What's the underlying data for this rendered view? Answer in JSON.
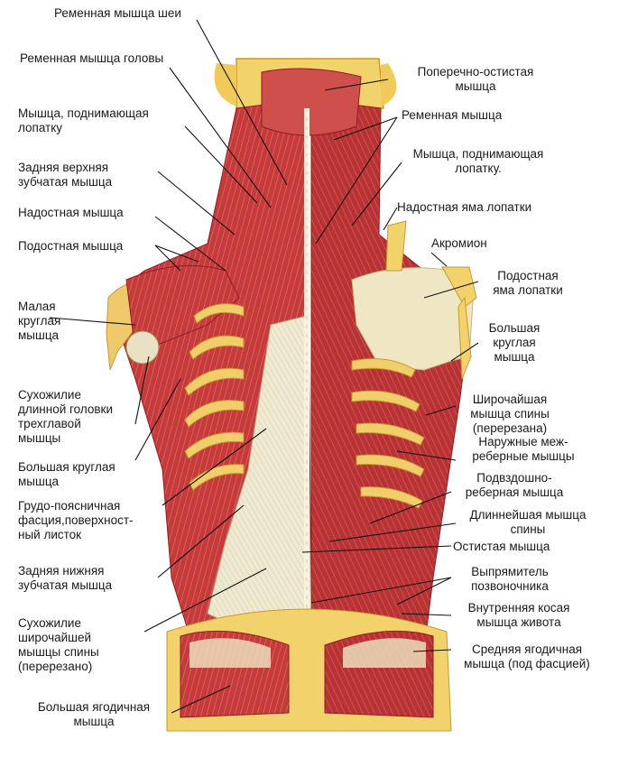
{
  "labels": {
    "neck_splenius": "Ременная мышца шеи",
    "head_splenius": "Ременная мышца головы",
    "levator_left": "Мышца, поднимающая\nлопатку",
    "serratus_post_sup": "Задняя верхняя\nзубчатая мышца",
    "supraspinatus": "Надостная мышца",
    "infraspinatus": "Подостная мышца",
    "teres_minor": "Малая\nкруглая\nмышца",
    "triceps_tendon": "Сухожилие\nдлинной головки\nтрехглавой\nмышцы",
    "teres_major_left": "Большая круглая\nмышца",
    "thoracolumbar": "Грудо-поясничная\nфасция,поверхност-\nный листок",
    "serratus_post_inf": "Задняя нижняя\nзубчатая мышца",
    "latissimus_tendon": "Сухожилие\nширочайшей\nмышцы спины\n(перерезано)",
    "gluteus_max": "Большая ягодичная\nмышца",
    "transversospinalis": "Поперечно-остистая\nмышца",
    "splenius": "Ременная мышца",
    "levator_right": "Мышца, поднимающая\nлопатку.",
    "supraspinous_fossa": "Надостная яма лопатки",
    "acromion": "Акромион",
    "infraspinous_fossa": "Подостная\nяма лопатки",
    "teres_major_right": "Большая\nкруглая\nмышца",
    "latissimus_cut": "Широчайшая\nмышца спины\n(перерезана)",
    "ext_intercostal": "Наружные меж-\nреберные мышцы",
    "iliocostalis": "Подвздошно-\nреберная мышца",
    "longissimus": "Длиннейшая мышца\nспины",
    "spinalis": "Остистая мышца",
    "erector": "Выпрямитель\nпозвоночника",
    "int_oblique": "Внутренняя косая\nмышца живота",
    "gluteus_med": "Средняя ягодичная\nмышца (под фасцией)"
  },
  "colors": {
    "muscle": "#c8393a",
    "muscle_dark": "#9c2226",
    "muscle_light": "#e0706a",
    "fascia": "#efe8c8",
    "bone": "#f2d26a",
    "bone_dark": "#d9a93a",
    "rib": "#f0cf6a",
    "line": "#111111"
  }
}
